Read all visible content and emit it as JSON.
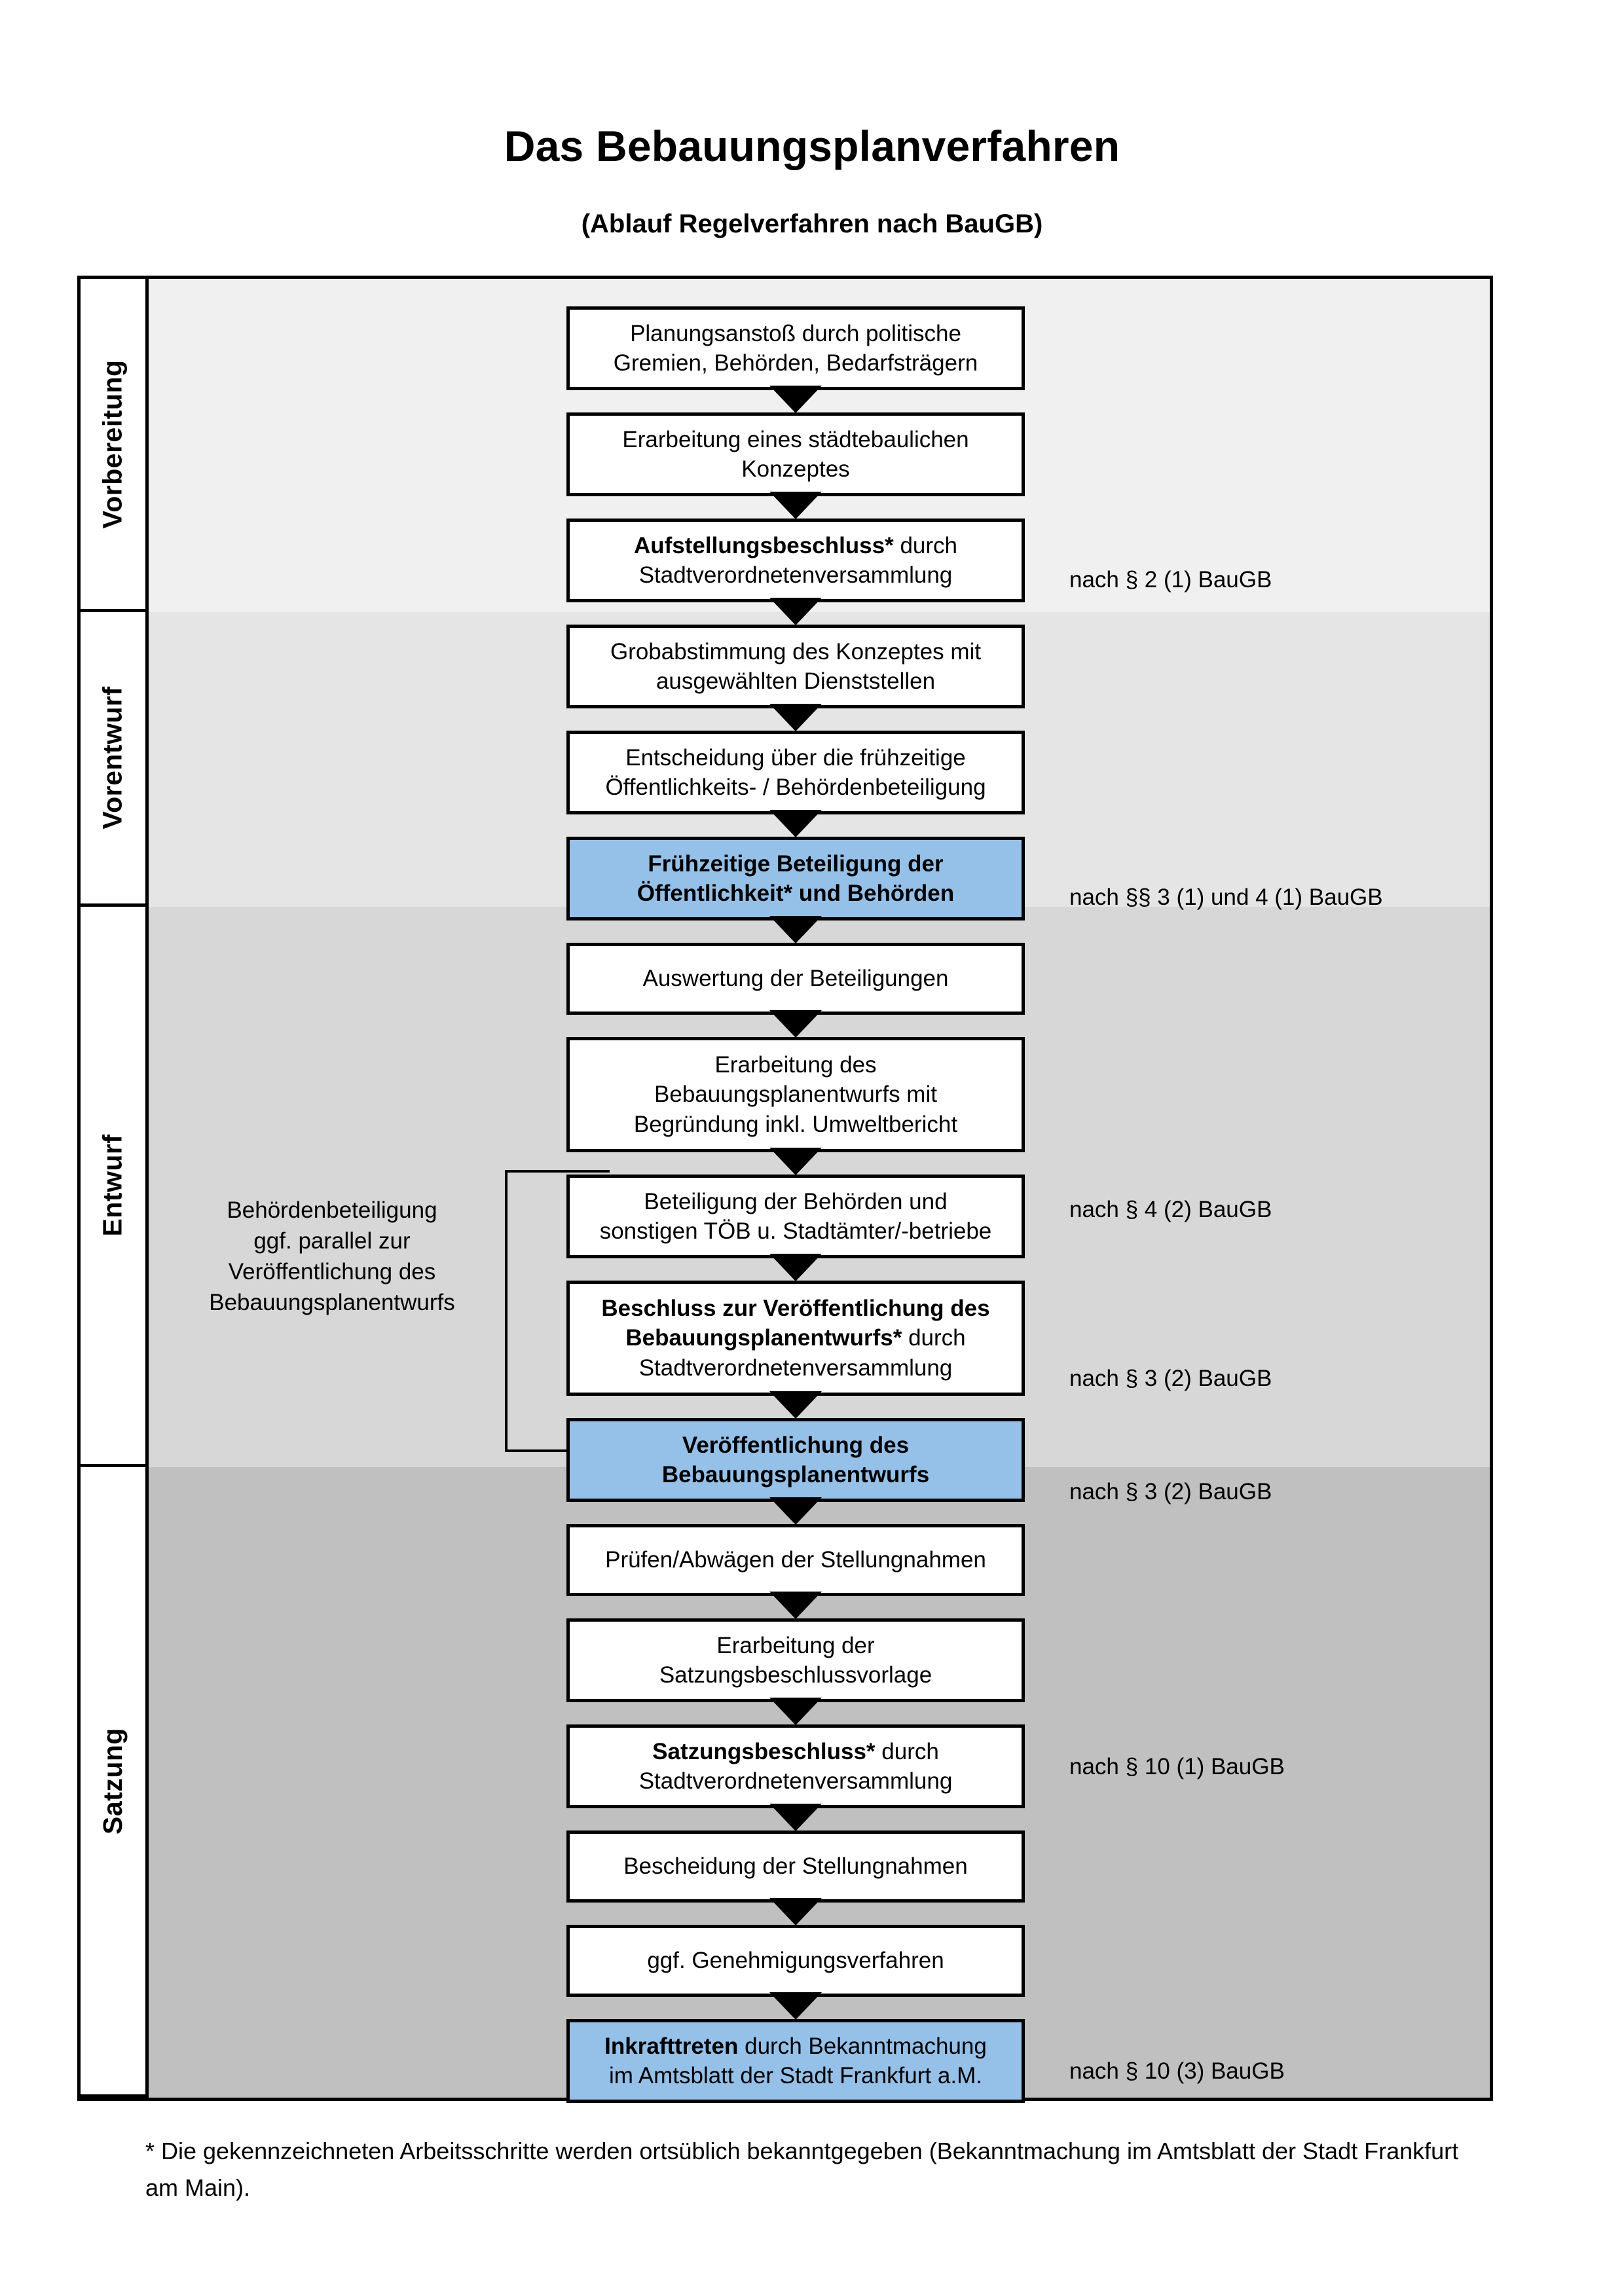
{
  "header": {
    "title": "Das Bebauungsplanverfahren",
    "subtitle": "(Ablauf Regelverfahren nach BauGB)"
  },
  "sections": [
    {
      "id": "vorbereitung",
      "label": "Vorbereitung",
      "bg": "#f0f0f0"
    },
    {
      "id": "vorentwurf",
      "label": "Vorentwurf",
      "bg": "#e5e5e5"
    },
    {
      "id": "entwurf",
      "label": "Entwurf",
      "bg": "#d7d7d7"
    },
    {
      "id": "satzung",
      "label": "Satzung",
      "bg": "#c0c0c0"
    }
  ],
  "steps": [
    {
      "id": "s1",
      "section": "vorbereitung",
      "style": "plain",
      "lines": [
        "Planungsanstoß durch politische",
        "Gremien, Behörden, Bedarfsträgern"
      ]
    },
    {
      "id": "s2",
      "section": "vorbereitung",
      "style": "plain",
      "lines": [
        "Erarbeitung eines städtebaulichen",
        "Konzeptes"
      ]
    },
    {
      "id": "s3",
      "section": "vorbereitung",
      "style": "plain",
      "bold_prefix": "Aufstellungsbeschluss*",
      "lines": [
        "Aufstellungsbeschluss* durch",
        "Stadtverordnetenversammlung"
      ]
    },
    {
      "id": "s4",
      "section": "vorentwurf",
      "style": "plain",
      "lines": [
        "Grobabstimmung des Konzeptes mit",
        "ausgewählten Dienststellen"
      ]
    },
    {
      "id": "s5",
      "section": "vorentwurf",
      "style": "plain",
      "lines": [
        "Entscheidung über die frühzeitige",
        "Öffentlichkeits- / Behördenbeteiligung"
      ]
    },
    {
      "id": "s6",
      "section": "vorentwurf",
      "style": "blue",
      "lines": [
        "Frühzeitige Beteiligung der",
        "Öffentlichkeit* und Behörden"
      ]
    },
    {
      "id": "s7",
      "section": "entwurf",
      "style": "plain",
      "lines": [
        "Auswertung der Beteiligungen"
      ]
    },
    {
      "id": "s8",
      "section": "entwurf",
      "style": "plain",
      "lines": [
        "Erarbeitung des",
        "Bebauungsplanentwurfs mit",
        "Begründung inkl. Umweltbericht"
      ]
    },
    {
      "id": "s9",
      "section": "entwurf",
      "style": "plain",
      "lines": [
        "Beteiligung der Behörden und",
        "sonstigen TÖB u. Stadtämter/-betriebe"
      ]
    },
    {
      "id": "s10",
      "section": "entwurf",
      "style": "plain",
      "bold_prefix": "Beschluss zur Veröffentlichung des Bebauungsplanentwurfs*",
      "lines": [
        "Beschluss zur Veröffentlichung des",
        "Bebauungsplanentwurfs* durch",
        "Stadtverordnetenversammlung"
      ]
    },
    {
      "id": "s11",
      "section": "entwurf",
      "style": "blue",
      "lines": [
        "Veröffentlichung des",
        "Bebauungsplanentwurfs"
      ]
    },
    {
      "id": "s12",
      "section": "satzung",
      "style": "plain",
      "lines": [
        "Prüfen/Abwägen der Stellungnahmen"
      ]
    },
    {
      "id": "s13",
      "section": "satzung",
      "style": "plain",
      "lines": [
        "Erarbeitung der",
        "Satzungsbeschlussvorlage"
      ]
    },
    {
      "id": "s14",
      "section": "satzung",
      "style": "plain",
      "bold_prefix": "Satzungsbeschluss*",
      "lines": [
        "Satzungsbeschluss* durch",
        "Stadtverordnetenversammlung"
      ]
    },
    {
      "id": "s15",
      "section": "satzung",
      "style": "plain",
      "lines": [
        "Bescheidung der Stellungnahmen"
      ]
    },
    {
      "id": "s16",
      "section": "satzung",
      "style": "plain",
      "lines": [
        "ggf. Genehmigungsverfahren"
      ]
    },
    {
      "id": "s17",
      "section": "satzung",
      "style": "blue",
      "bold_prefix": "Inkrafttreten",
      "lines": [
        "Inkrafttreten durch Bekanntmachung",
        "im Amtsblatt der Stadt Frankfurt a.M."
      ]
    }
  ],
  "references": [
    {
      "id": "r1",
      "text": "nach § 2 (1) BauGB"
    },
    {
      "id": "r2",
      "text": "nach §§ 3 (1) und 4 (1) BauGB"
    },
    {
      "id": "r3",
      "text": "nach § 4 (2) BauGB"
    },
    {
      "id": "r4",
      "text": "nach § 3 (2) BauGB"
    },
    {
      "id": "r5",
      "text": "nach § 3 (2) BauGB"
    },
    {
      "id": "r6",
      "text": "nach § 10 (1) BauGB"
    },
    {
      "id": "r7",
      "text": "nach § 10 (3) BauGB"
    }
  ],
  "sidenote": {
    "lines": [
      "Behördenbeteiligung",
      "ggf. parallel zur",
      "Veröffentlichung des",
      "Bebauungsplanentwurfs"
    ]
  },
  "footnote": {
    "text": "* Die gekennzeichneten Arbeitsschritte werden ortsüblich bekanntgegeben (Bekanntmachung im Amtsblatt  der Stadt Frankfurt am Main)."
  },
  "colors": {
    "highlight_blue": "#95c0e8",
    "border_black": "#000000",
    "band_1": "#f0f0f0",
    "band_2": "#e5e5e5",
    "band_3": "#d7d7d7",
    "band_4": "#c0c0c0"
  }
}
